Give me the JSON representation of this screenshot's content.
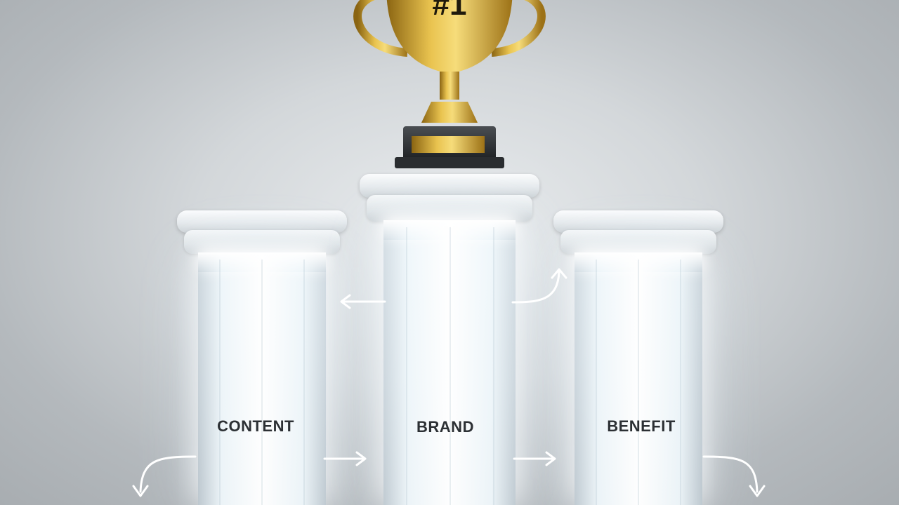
{
  "trophy": {
    "label": "#1",
    "plaque_text": "",
    "colors": {
      "gold": "#d4a531",
      "gold_dark": "#8a6412",
      "base": "#2a2d30"
    }
  },
  "pillars": [
    {
      "id": "content",
      "title": "CONTENT",
      "body": ""
    },
    {
      "id": "brand",
      "title": "BRAND",
      "body": ""
    },
    {
      "id": "benefit",
      "title": "BENEFIT",
      "body": ""
    }
  ],
  "arrows": [
    {
      "id": "brand-to-content",
      "direction": "left",
      "icon": "arrow-left-icon"
    },
    {
      "id": "brand-to-benefit",
      "direction": "up-right",
      "icon": "arrow-curve-up-icon"
    },
    {
      "id": "content-left-down",
      "direction": "down",
      "icon": "arrow-curve-down-icon"
    },
    {
      "id": "content-to-brand",
      "direction": "right",
      "icon": "arrow-right-icon"
    },
    {
      "id": "brand-to-benefit-lower",
      "direction": "right",
      "icon": "arrow-right-icon"
    },
    {
      "id": "benefit-right-down",
      "direction": "down",
      "icon": "arrow-curve-down-icon"
    }
  ],
  "colors": {
    "background": "#c7cbce",
    "text": "#2c3034",
    "pillar_glow": "#ffffff"
  }
}
